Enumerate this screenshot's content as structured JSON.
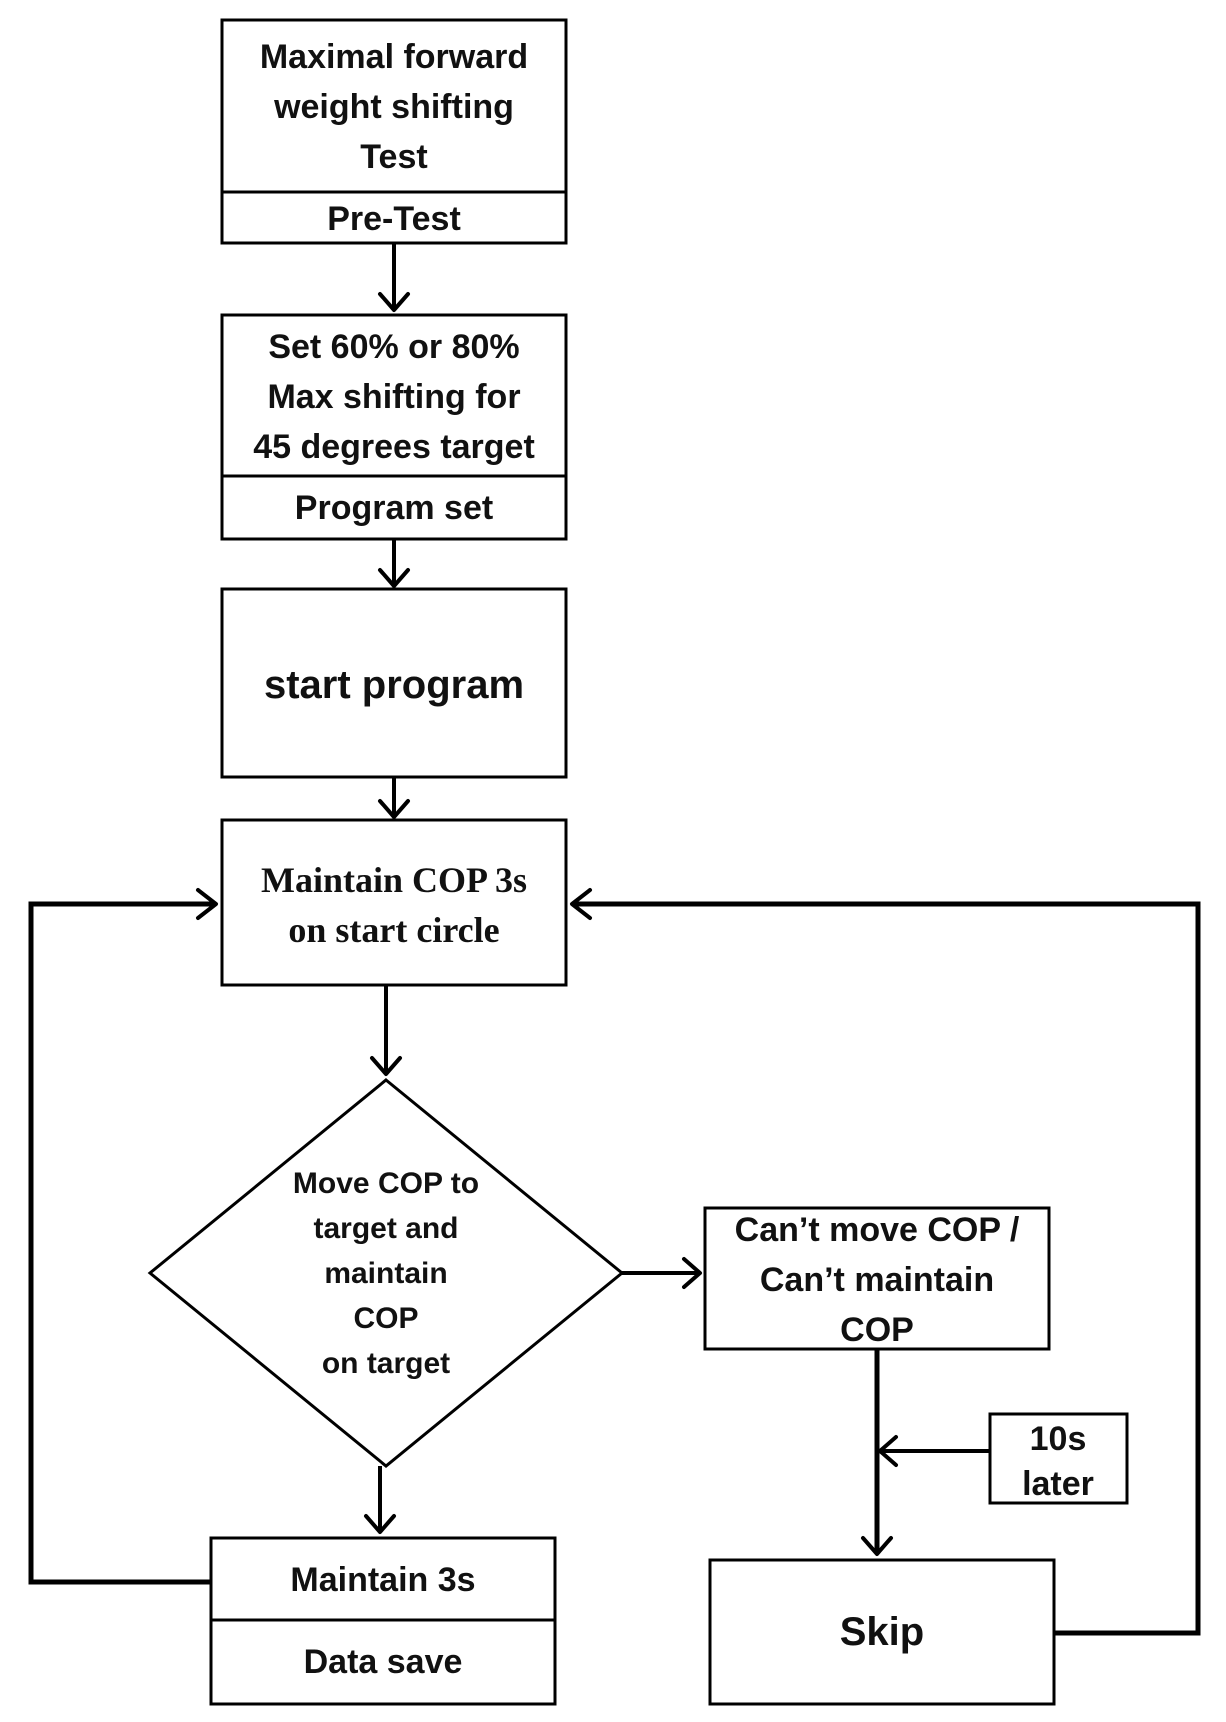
{
  "nodes": {
    "pretest_box": {
      "lines": [
        "Maximal forward",
        "weight shifting",
        "Test"
      ],
      "footer": "Pre-Test"
    },
    "program_set_box": {
      "lines": [
        "Set  60% or 80%",
        "Max shifting for",
        "45 degrees target"
      ],
      "footer": "Program set"
    },
    "start_box": {
      "label": "start program"
    },
    "maintain_start_box": {
      "lines": [
        "Maintain COP 3s",
        "on start circle"
      ]
    },
    "decision": {
      "lines": [
        "Move COP to",
        "target and",
        "maintain",
        "COP",
        "on target"
      ]
    },
    "fail_box": {
      "lines": [
        "Can’t move COP /",
        "Can’t maintain",
        "COP"
      ]
    },
    "delay_box": {
      "lines": [
        "10s",
        "later"
      ]
    },
    "maintain_save_box": {
      "top": "Maintain 3s",
      "bottom": "Data save"
    },
    "skip_box": {
      "label": "Skip"
    }
  }
}
